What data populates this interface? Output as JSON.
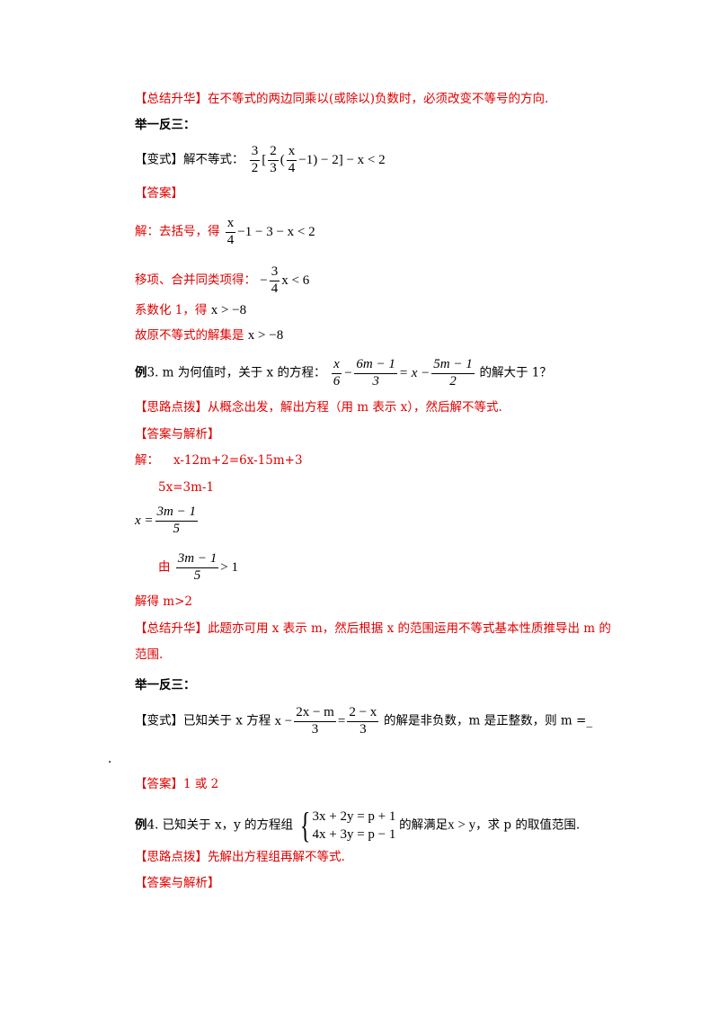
{
  "p1_summary": {
    "label": "【总结升华】",
    "text": "在不等式的两边同乘以(或除以)负数时，必须改变不等号的方向."
  },
  "p1_extend": "举一反三：",
  "p1_variant": {
    "label": "【变式】",
    "prefix": "解不等式：",
    "f1_num": "3",
    "f1_den": "2",
    "br_open": "[",
    "f2_num": "2",
    "f2_den": "3",
    "par_open": "(",
    "f3_num": "x",
    "f3_den": "4",
    "tail": "−1) − 2] − x < 2"
  },
  "p1_answer_label": "【答案】",
  "p1_sol1": {
    "prefix": "解：去括号，得",
    "num": "x",
    "den": "4",
    "tail": "−1 − 3 − x < 2"
  },
  "p1_sol2": {
    "prefix": "移项、合并同类项得：",
    "minus": "−",
    "num": "3",
    "den": "4",
    "tail": "x < 6"
  },
  "p1_sol3": {
    "prefix": "系数化 1，得",
    "math": "x > −8"
  },
  "p1_sol4": {
    "prefix": "故原不等式的解集是",
    "math": "x > −8"
  },
  "ex3": {
    "label": "例",
    "prefix": "3. m 为何值时，关于 x 的方程：",
    "f1_num": "x",
    "f1_den": "6",
    "op1": "−",
    "f2_num": "6m − 1",
    "f2_den": "3",
    "eq": "= x −",
    "f3_num": "5m − 1",
    "f3_den": "2",
    "suffix": "的解大于 1？"
  },
  "ex3_hint": {
    "label": "【思路点拨】",
    "text": "从概念出发，解出方程（用 m 表示 x），然后解不等式."
  },
  "ex3_ans_label": "【答案与解析】",
  "ex3_sol1": {
    "prefix": "解：",
    "text": "x-12m+2=6x-15m+3"
  },
  "ex3_sol2": "5x=3m-1",
  "ex3_sol3": {
    "lhs": "x =",
    "num": "3m − 1",
    "den": "5"
  },
  "ex3_sol4": {
    "prefix": "由",
    "num": "3m − 1",
    "den": "5",
    "tail": "> 1"
  },
  "ex3_sol5": "解得 m>2",
  "ex3_summary": {
    "label": "【总结升华】",
    "text": "此题亦可用 x 表示 m，然后根据 x 的范围运用不等式基本性质推导出 m 的",
    "text2": "范围."
  },
  "ex3_extend": "举一反三：",
  "ex3_variant": {
    "label": "【变式】",
    "prefix": "已知关于 x 方程",
    "x": "x −",
    "f1_num": "2x − m",
    "f1_den": "3",
    "eq": "=",
    "f2_num": "2 − x",
    "f2_den": "3",
    "suffix": "的解是非负数，m 是正整数，则 m =_",
    "dot": "."
  },
  "ex3_variant_answer": {
    "label": "【答案】",
    "text": "1 或 2"
  },
  "ex4": {
    "label": "例",
    "prefix": "4. 已知关于 x，y 的方程组",
    "eq1": "3x + 2y = p + 1",
    "eq2": "4x + 3y = p − 1",
    "suffix1": "的解满足",
    "cond": "x > y",
    "suffix2": "，求 p 的取值范围."
  },
  "ex4_hint": {
    "label": "【思路点拨】",
    "text": "先解出方程组再解不等式."
  },
  "ex4_ans_label": "【答案与解析】"
}
